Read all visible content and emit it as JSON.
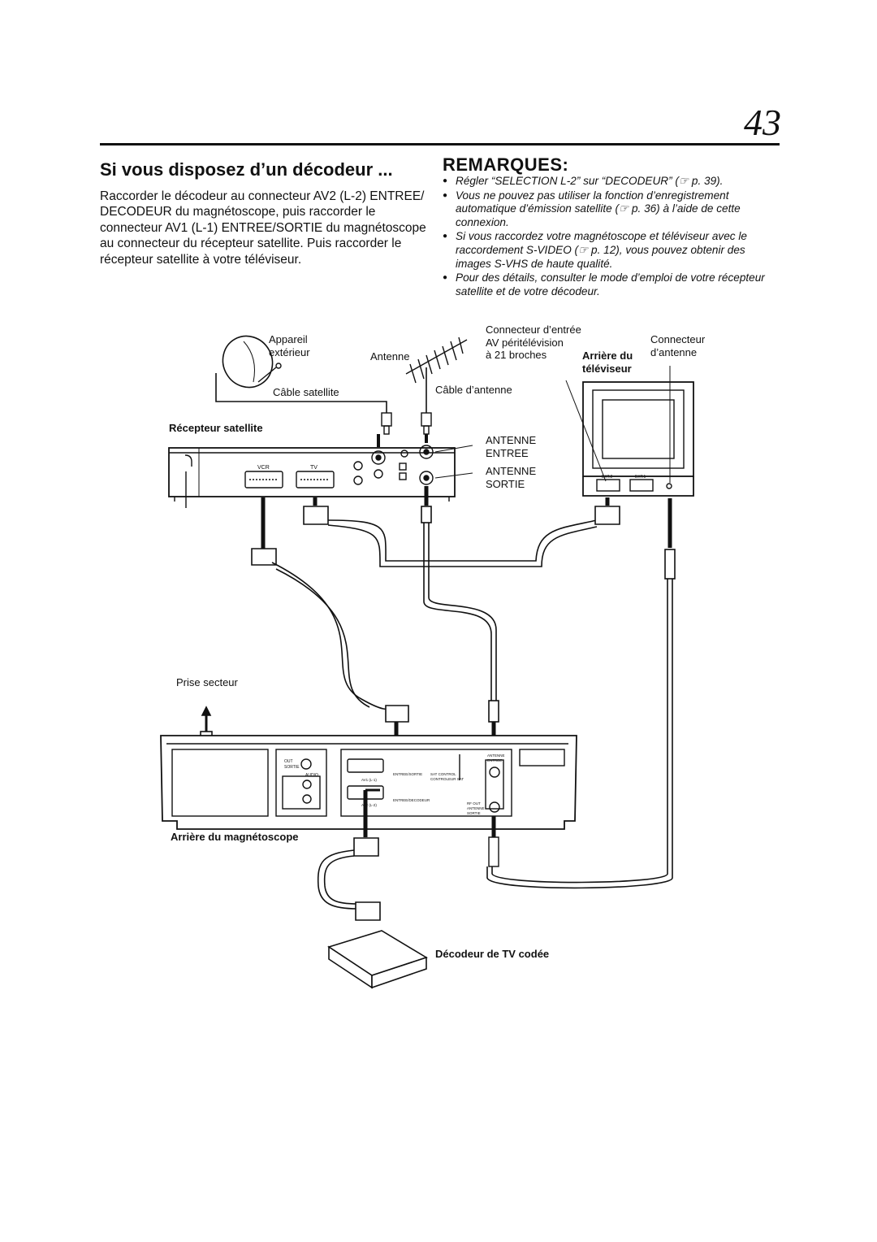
{
  "page": {
    "number": "43"
  },
  "section": {
    "title": "Si vous disposez d’un décodeur ...",
    "intro": "Raccorder le décodeur au connecteur AV2 (L-2) ENTREE/ DECODEUR du magnétoscope, puis raccorder le connecteur AV1 (L-1) ENTREE/SORTIE du magnétoscope au connecteur du récepteur satellite. Puis raccorder le récepteur satellite à votre téléviseur."
  },
  "notes": {
    "heading": "REMARQUES:",
    "items": [
      "Régler “SELECTION L-2” sur “DECODEUR” (☞ p. 39).",
      "Vous ne pouvez pas utiliser la fonction d’enregistrement automatique d’émission satellite (☞ p. 36) à l’aide de cette connexion.",
      "Si vous raccordez votre magnétoscope et téléviseur avec le raccordement S-VIDEO (☞ p. 12), vous pouvez obtenir des images S-VHS de haute qualité.",
      "Pour des détails, consulter le mode d’emploi de votre récepteur satellite et de votre décodeur."
    ]
  },
  "diagram": {
    "labels": {
      "dish": "Appareil\nextérieur",
      "antenna": "Antenne",
      "scart_in": "Connecteur d’entrée\nAV péritélévision\nà 21 broches",
      "tv_back": "Arrière du\ntéléviseur",
      "antenna_connector": "Connecteur\nd’antenne",
      "satellite_cable": "Câble satellite",
      "antenna_cable": "Câble d’antenne",
      "satellite_receiver": "Récepteur satellite",
      "antenna_in": "ANTENNE\nENTREE",
      "antenna_out": "ANTENNE\nSORTIE",
      "power_outlet": "Prise secteur",
      "vcr_back": "Arrière du magnétoscope",
      "decoder": "Décodeur de TV codée"
    },
    "device_text": {
      "receiver_vcr": "VCR",
      "receiver_tv": "TV",
      "tv_ext2": "EXT.2",
      "tv_ext1": "EXT.1",
      "vcr_out": "OUT",
      "vcr_sortie": "SORTIE",
      "vcr_audio": "AUDIO",
      "vcr_av1": "AV1 (L-1)",
      "vcr_av1_label": "ENTREE/SORTIE",
      "vcr_av2": "AV2 (L-2)",
      "vcr_av2_label": "ENTREE/DECODEUR",
      "vcr_sat_control": "SAT CONTROL\nCONTROLEUR SAT",
      "vcr_antenna_in": "ANTENNE\nENTREE",
      "vcr_rf_out": "RF OUT\nANTENNE\nSORTIE"
    }
  }
}
